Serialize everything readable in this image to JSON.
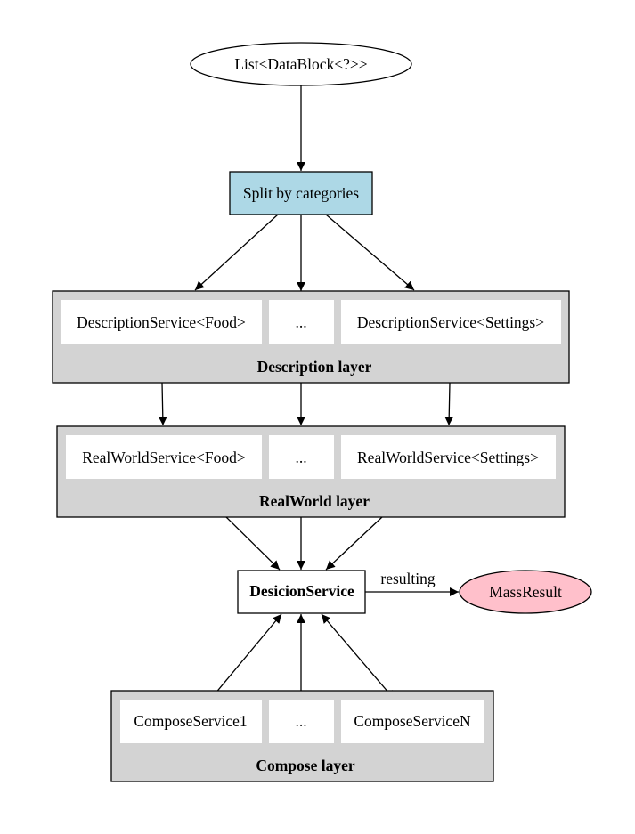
{
  "colors": {
    "split_fill": "#add8e6",
    "layer_fill": "#d3d3d3",
    "result_fill": "#ffc0cb",
    "inner_fill": "#ffffff",
    "stroke": "#000000"
  },
  "nodes": {
    "input": "List<DataBlock<?>>",
    "split": "Split by categories",
    "decision": "DesicionService",
    "result": "MassResult"
  },
  "edges": {
    "resulting_label": "resulting"
  },
  "description_layer": {
    "title": "Description layer",
    "items": [
      "DescriptionService<Food>",
      "...",
      "DescriptionService<Settings>"
    ]
  },
  "realworld_layer": {
    "title": "RealWorld layer",
    "items": [
      "RealWorldService<Food>",
      "...",
      "RealWorldService<Settings>"
    ]
  },
  "compose_layer": {
    "title": "Compose layer",
    "items": [
      "ComposeService1",
      "...",
      "ComposeServiceN"
    ]
  }
}
